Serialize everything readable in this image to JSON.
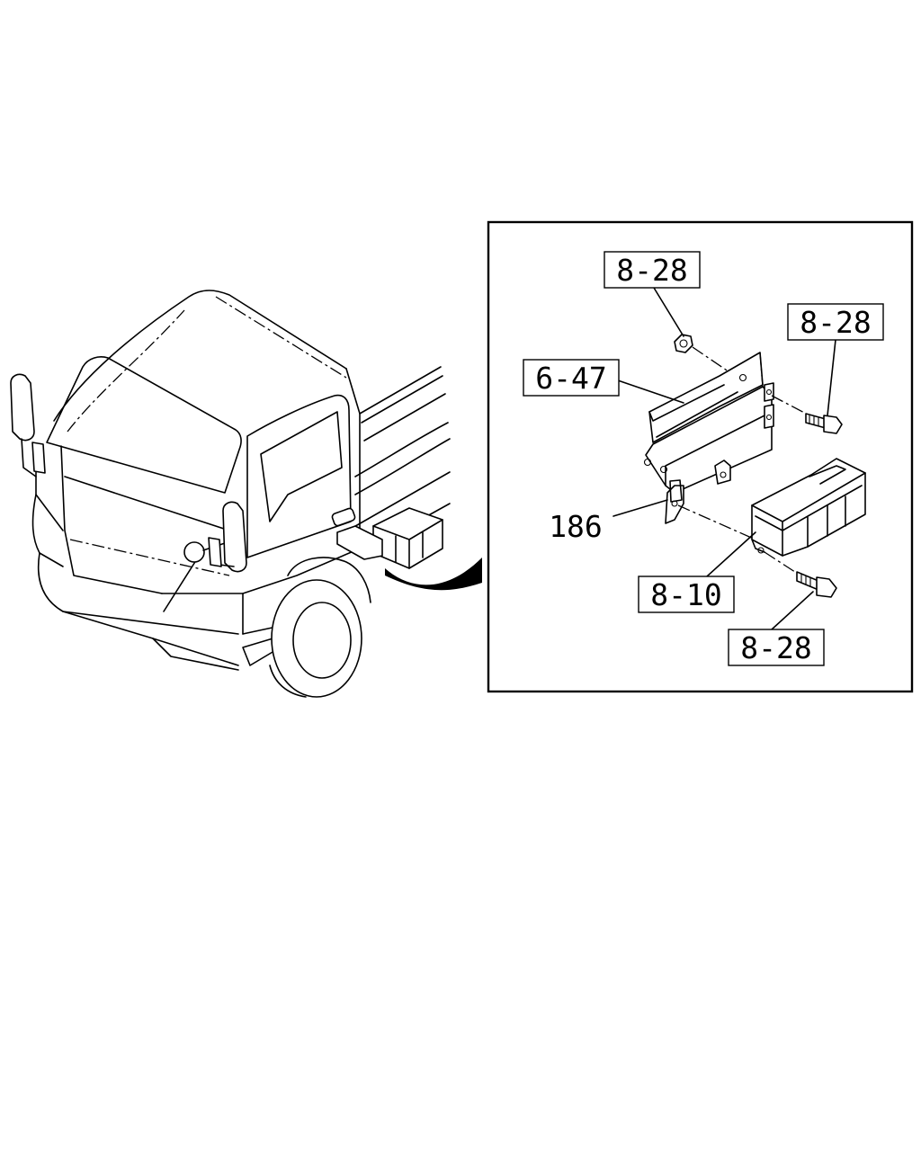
{
  "callouts": {
    "nut_top": "8-28",
    "bolt_upper": "8-28",
    "bracket": "6-47",
    "plate": "186",
    "relay_box": "8-10",
    "bolt_lower": "8-28"
  }
}
